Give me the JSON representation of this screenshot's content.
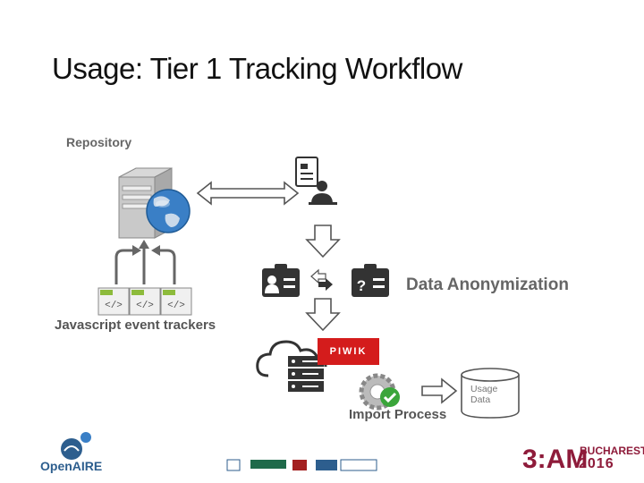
{
  "title": "Usage: Tier 1 Tracking Workflow",
  "labels": {
    "repository": "Repository",
    "trackers": "Javascript event trackers",
    "anonymization": "Data Anonymization",
    "piwik": "PIWIK",
    "import": "Import Process",
    "usage_line1": "Usage",
    "usage_line2": "Data"
  },
  "footer": {
    "openaire": "OpenAIRE",
    "conf_main": "3:AM",
    "conf_city": "BUCHAREST",
    "conf_year": "2016"
  },
  "colors": {
    "piwik": "#d41c1c",
    "conference": "#8e1b3a",
    "openaire": "#2d5e8e"
  }
}
